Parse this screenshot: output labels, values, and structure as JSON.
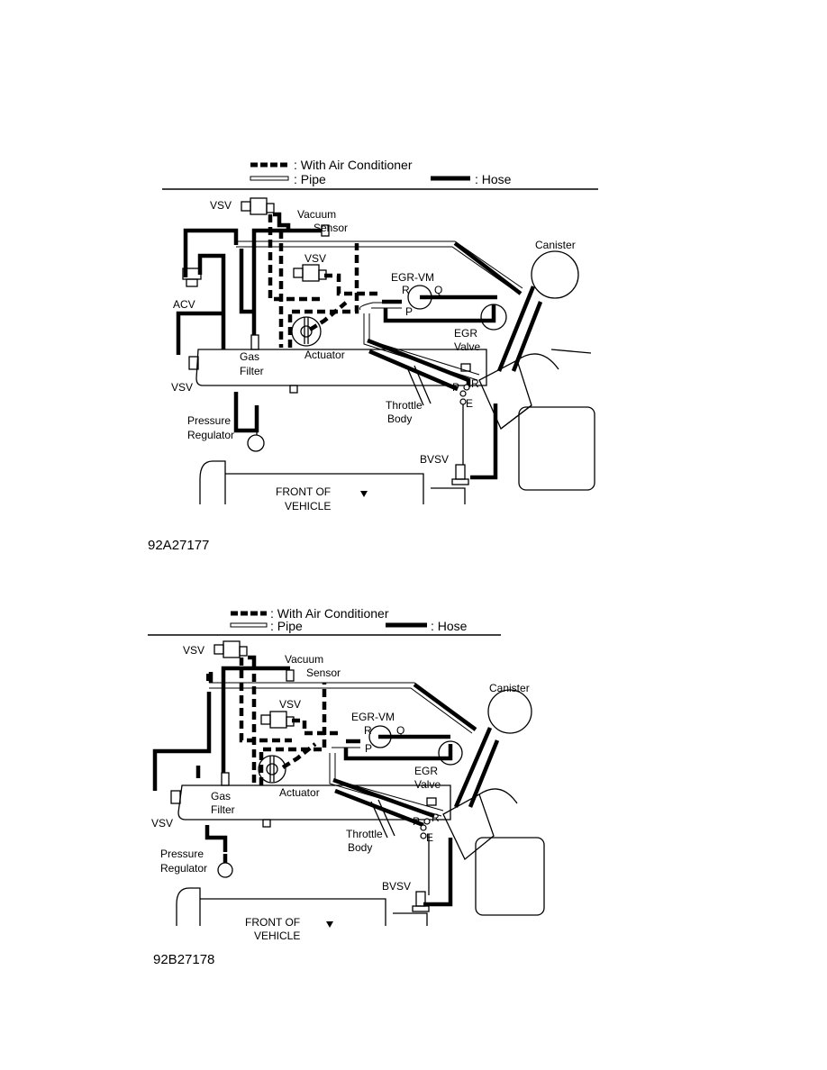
{
  "diagrams": [
    {
      "legend": {
        "ac": ": With Air Conditioner",
        "pipe": ": Pipe",
        "hose": ": Hose"
      },
      "labels": {
        "vsv_top": "VSV",
        "vacuum_sensor_1": "Vacuum",
        "vacuum_sensor_2": "Sensor",
        "canister": "Canister",
        "vsv_mid": "VSV",
        "egr_vm": "EGR-VM",
        "r": "R",
        "q": "Q",
        "p": "P",
        "acv": "ACV",
        "egr_valve_1": "EGR",
        "egr_valve_2": "Valve",
        "gas_filter_1": "Gas",
        "gas_filter_2": "Filter",
        "actuator": "Actuator",
        "vsv_left": "VSV",
        "p2": "P",
        "r2": "R",
        "e": "E",
        "throttle_1": "Throttle",
        "throttle_2": "Body",
        "pressure_1": "Pressure",
        "pressure_2": "Regulator",
        "bvsv": "BVSV",
        "front_1": "FRONT OF",
        "front_2": "VEHICLE"
      },
      "code": "92A27177"
    },
    {
      "legend": {
        "ac": ": With Air Conditioner",
        "pipe": ": Pipe",
        "hose": ": Hose"
      },
      "labels": {
        "vsv_top": "VSV",
        "vacuum_sensor_1": "Vacuum",
        "vacuum_sensor_2": "Sensor",
        "canister": "Canister",
        "vsv_mid": "VSV",
        "egr_vm": "EGR-VM",
        "r": "R",
        "q": "Q",
        "p": "P",
        "egr_valve_1": "EGR",
        "egr_valve_2": "Valve",
        "gas_filter_1": "Gas",
        "gas_filter_2": "Filter",
        "actuator": "Actuator",
        "vsv_left": "VSV",
        "p2": "P",
        "r2": "R",
        "e": "E",
        "throttle_1": "Throttle",
        "throttle_2": "Body",
        "pressure_1": "Pressure",
        "pressure_2": "Regulator",
        "bvsv": "BVSV",
        "front_1": "FRONT OF",
        "front_2": "VEHICLE"
      },
      "code": "92B27178"
    }
  ]
}
